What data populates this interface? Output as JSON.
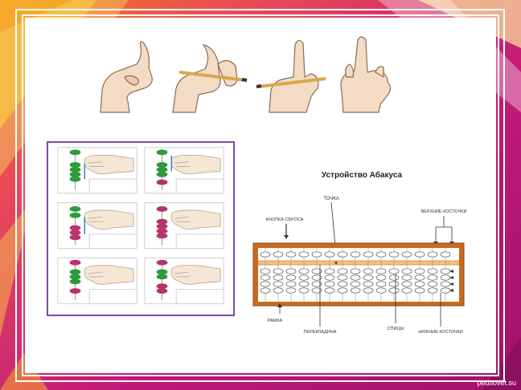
{
  "abacus_diagram": {
    "title": "Устройство Абакуса",
    "labels": {
      "dot": "ТОЧКА",
      "reset_button": "КНОПКА СБРОСА",
      "upper_beads": "ВЕРХНИЕ КОСТОЧКИ",
      "frame": "РАМКА",
      "crossbar": "ПЕРЕКЛАДИНА",
      "rods": "СПИЦЫ",
      "lower_beads": "НИЖНИЕ КОСТОЧКИ"
    },
    "colors": {
      "frame": "#c86a1e",
      "frame_light": "#f1c27a",
      "bead_stroke": "#555555"
    }
  },
  "hands_illustration": {
    "icons": [
      "hand-pinch-icon",
      "hand-holding-pencil-icon",
      "hand-pencil-index-up-icon",
      "hand-index-up-icon"
    ]
  },
  "finger_steps": {
    "icons": [
      "step-1-icon",
      "step-2-icon",
      "step-3-icon",
      "step-4-icon",
      "step-5-icon",
      "step-6-icon"
    ],
    "colors": {
      "green": "#2e9a3a",
      "pink": "#b8336a",
      "blue": "#2a7fd0",
      "border": "#7b4aa8"
    }
  },
  "footer": {
    "watermark": "pedsovet.su"
  },
  "theme": {
    "background": "#c2196b",
    "accent_orange": "#f2a025",
    "accent_yellow": "#f7e37a"
  }
}
